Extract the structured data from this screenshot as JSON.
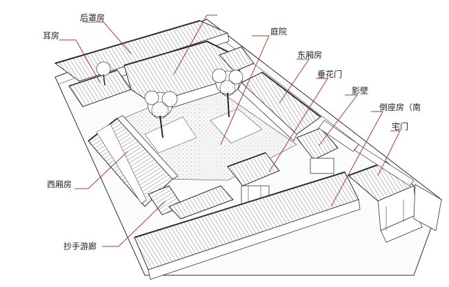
{
  "labels": {
    "houzhaofang": "后罩房",
    "erfang": "耳房",
    "tingyuan": "庭院",
    "dongxiangfang": "东厢房",
    "chuihuamen": "垂花门",
    "yingbi": "影壁",
    "daozuofang": "倒座房（南",
    "zhaimen": "宅门",
    "xixiangfang": "西厢房",
    "chaoshouyoulang": "抄手游廊"
  },
  "colors": {
    "leader": "#b03a2e",
    "ink": "#2b2b2b"
  }
}
